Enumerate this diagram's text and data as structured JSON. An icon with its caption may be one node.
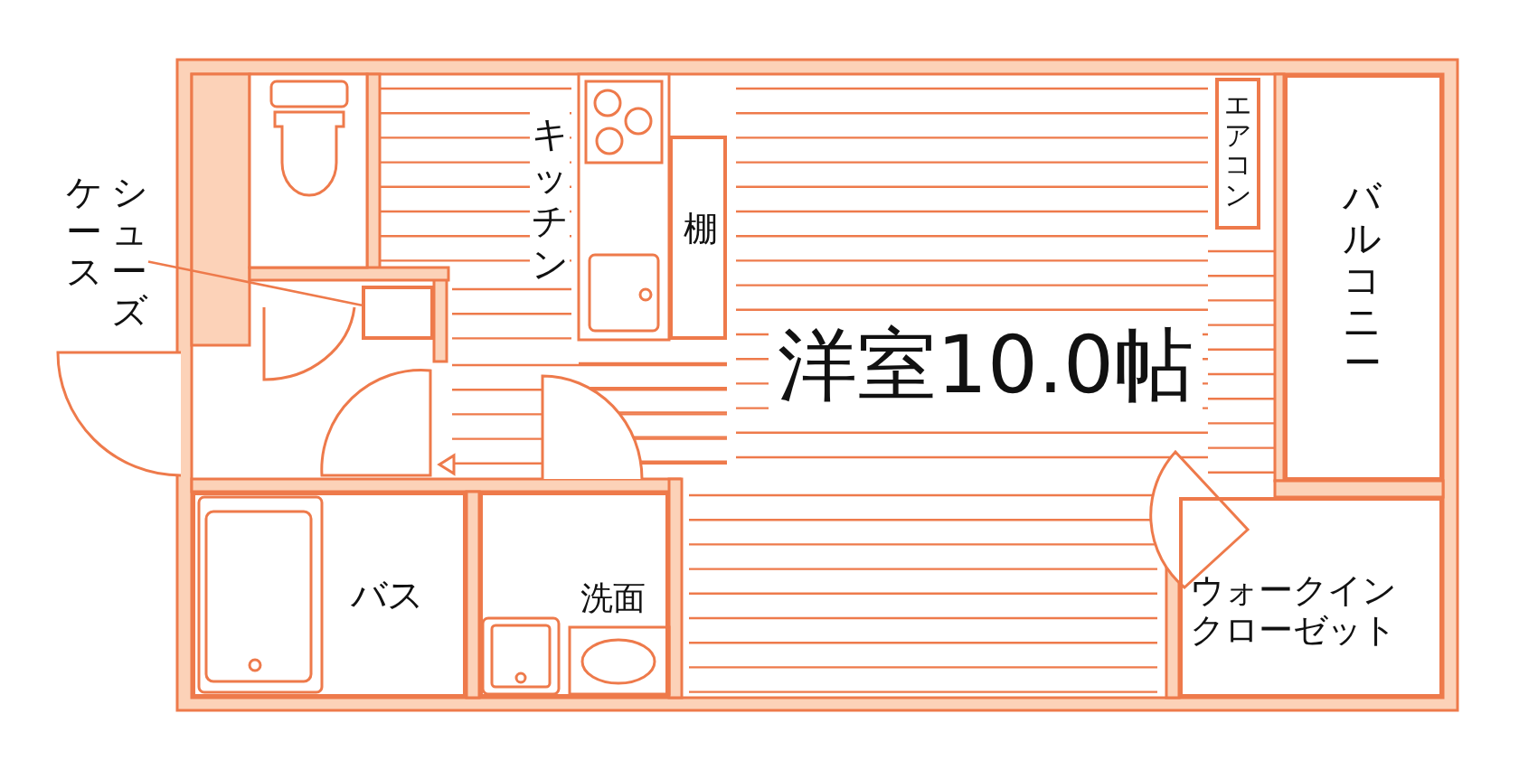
{
  "diagram": {
    "nodes": [
      {
        "text": [
          "洋室10.0帖"
        ]
      },
      {
        "text": [
          "棚"
        ]
      },
      {
        "text": [
          "エアコン"
        ]
      },
      {
        "text": [
          "バルコニー"
        ]
      },
      {
        "text": [
          "ウォークインクローゼット"
        ]
      },
      {
        "text": [
          "バス"
        ]
      },
      {
        "text": [
          "洗面"
        ]
      },
      {
        "text": [
          "シューズケース"
        ]
      },
      {
        "text": [],
        "shape": "box"
      }
    ],
    "edges": [
      {
        "from": 7,
        "to": 8,
        "arrow": "none"
      }
    ],
    "labels": [
      "キッチン"
    ]
  }
}
